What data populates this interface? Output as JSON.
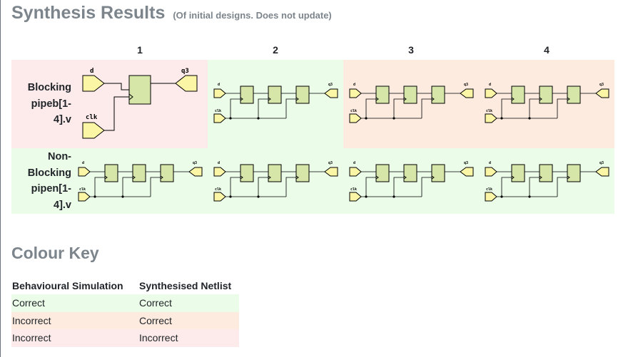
{
  "page": {
    "title": "Synthesis Results",
    "subtitle": "(Of initial designs. Does not update)"
  },
  "grid": {
    "columns": [
      "1",
      "2",
      "3",
      "4"
    ],
    "rows": [
      {
        "label": "Blocking pipeb[1-4].v",
        "label_lines": [
          "Blocking",
          "pipeb[1-",
          "4].v"
        ],
        "cells": [
          {
            "status": "incorrect-incorrect",
            "color": "#fdebeb",
            "netlist": "single flop: d -> DFF -> q3, clk"
          },
          {
            "status": "correct-correct",
            "color": "#ebfde9",
            "netlist": "three-stage shift register"
          },
          {
            "status": "incorrect-correct",
            "color": "#fdebdf",
            "netlist": "three-stage shift register"
          },
          {
            "status": "incorrect-correct",
            "color": "#fdebdf",
            "netlist": "three-stage shift register"
          }
        ]
      },
      {
        "label": "Non-Blocking pipen[1-4].v",
        "label_lines": [
          "Non-",
          "Blocking",
          "pipen[1-",
          "4].v"
        ],
        "cells": [
          {
            "status": "correct-correct",
            "color": "#ebfde9",
            "netlist": "three-stage shift register"
          },
          {
            "status": "correct-correct",
            "color": "#ebfde9",
            "netlist": "three-stage shift register"
          },
          {
            "status": "correct-correct",
            "color": "#ebfde9",
            "netlist": "three-stage shift register"
          },
          {
            "status": "correct-correct",
            "color": "#ebfde9",
            "netlist": "three-stage shift register"
          }
        ]
      }
    ],
    "port_labels": {
      "input_d": "d",
      "input_clk": "clk",
      "output": "q3"
    }
  },
  "colour_key": {
    "title": "Colour Key",
    "headers": [
      "Behavioural Simulation",
      "Synthesised Netlist"
    ],
    "rows": [
      {
        "behavioural": "Correct",
        "netlist": "Correct",
        "color": "#ebfde9"
      },
      {
        "behavioural": "Incorrect",
        "netlist": "Correct",
        "color": "#fdebdf"
      },
      {
        "behavioural": "Incorrect",
        "netlist": "Incorrect",
        "color": "#fdebeb"
      }
    ]
  },
  "colors": {
    "heading": "#7d858c",
    "port_fill": "#fbf5a6",
    "flop_fill": "#d6e5a8",
    "wire": "#000000"
  }
}
